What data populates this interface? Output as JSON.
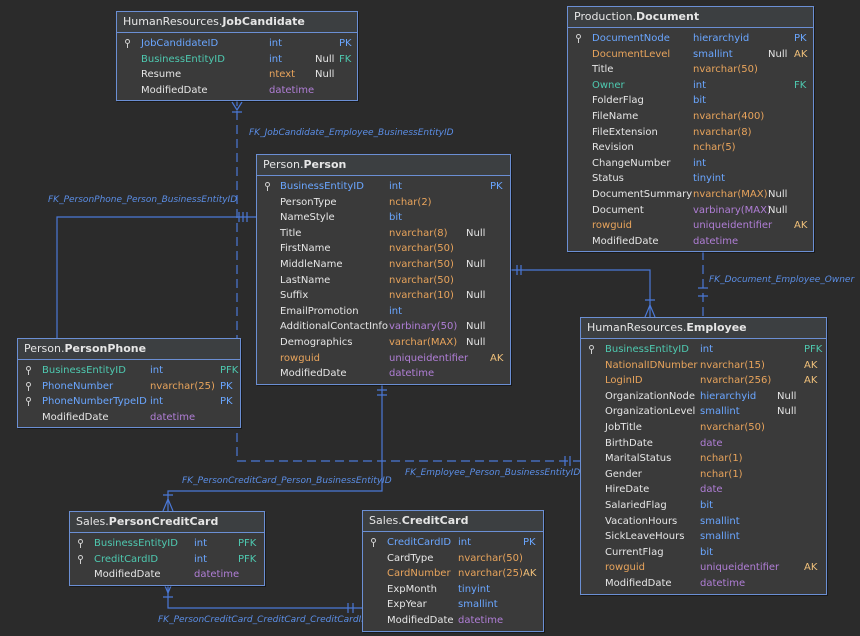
{
  "colors": {
    "background": "#2b2b2b",
    "table_fill": "#3a3a3a",
    "border": "#6b8fd4",
    "relation_line": "#4a78d6",
    "fk_column": "#4ec9b0",
    "pk_column": "#6aa6ff",
    "ak_column": "#e8a45c",
    "type_numeric": "#6aa6ff",
    "type_string": "#e8a45c",
    "type_other": "#b07ed6"
  },
  "tables": [
    {
      "id": "jobcandidate",
      "schema": "HumanResources.",
      "name": "JobCandidate",
      "columns": [
        {
          "name": "JobCandidateID",
          "type": "int",
          "nullable": "",
          "key": "PK",
          "key_icon": true,
          "style": "pk"
        },
        {
          "name": "BusinessEntityID",
          "type": "int",
          "nullable": "Null",
          "key": "FK",
          "key_icon": false,
          "style": "fk"
        },
        {
          "name": "Resume",
          "type": "ntext",
          "nullable": "Null",
          "key": "",
          "key_icon": false,
          "style": "plain"
        },
        {
          "name": "ModifiedDate",
          "type": "datetime",
          "nullable": "",
          "key": "",
          "key_icon": false,
          "style": "plain"
        }
      ]
    },
    {
      "id": "document",
      "schema": "Production.",
      "name": "Document",
      "columns": [
        {
          "name": "DocumentNode",
          "type": "hierarchyid",
          "nullable": "",
          "key": "PK",
          "key_icon": true,
          "style": "pk"
        },
        {
          "name": "DocumentLevel",
          "type": "smallint",
          "nullable": "Null",
          "key": "AK",
          "key_icon": false,
          "style": "ak"
        },
        {
          "name": "Title",
          "type": "nvarchar(50)",
          "nullable": "",
          "key": "",
          "key_icon": false,
          "style": "plain"
        },
        {
          "name": "Owner",
          "type": "int",
          "nullable": "",
          "key": "FK",
          "key_icon": false,
          "style": "fk"
        },
        {
          "name": "FolderFlag",
          "type": "bit",
          "nullable": "",
          "key": "",
          "key_icon": false,
          "style": "plain"
        },
        {
          "name": "FileName",
          "type": "nvarchar(400)",
          "nullable": "",
          "key": "",
          "key_icon": false,
          "style": "plain"
        },
        {
          "name": "FileExtension",
          "type": "nvarchar(8)",
          "nullable": "",
          "key": "",
          "key_icon": false,
          "style": "plain"
        },
        {
          "name": "Revision",
          "type": "nchar(5)",
          "nullable": "",
          "key": "",
          "key_icon": false,
          "style": "plain"
        },
        {
          "name": "ChangeNumber",
          "type": "int",
          "nullable": "",
          "key": "",
          "key_icon": false,
          "style": "plain"
        },
        {
          "name": "Status",
          "type": "tinyint",
          "nullable": "",
          "key": "",
          "key_icon": false,
          "style": "plain"
        },
        {
          "name": "DocumentSummary",
          "type": "nvarchar(MAX)",
          "nullable": "Null",
          "key": "",
          "key_icon": false,
          "style": "plain"
        },
        {
          "name": "Document",
          "type": "varbinary(MAX)",
          "nullable": "Null",
          "key": "",
          "key_icon": false,
          "style": "plain"
        },
        {
          "name": "rowguid",
          "type": "uniqueidentifier",
          "nullable": "",
          "key": "AK",
          "key_icon": false,
          "style": "ak"
        },
        {
          "name": "ModifiedDate",
          "type": "datetime",
          "nullable": "",
          "key": "",
          "key_icon": false,
          "style": "plain"
        }
      ]
    },
    {
      "id": "person",
      "schema": "Person.",
      "name": "Person",
      "columns": [
        {
          "name": "BusinessEntityID",
          "type": "int",
          "nullable": "",
          "key": "PK",
          "key_icon": true,
          "style": "pk"
        },
        {
          "name": "PersonType",
          "type": "nchar(2)",
          "nullable": "",
          "key": "",
          "key_icon": false,
          "style": "plain"
        },
        {
          "name": "NameStyle",
          "type": "bit",
          "nullable": "",
          "key": "",
          "key_icon": false,
          "style": "plain"
        },
        {
          "name": "Title",
          "type": "nvarchar(8)",
          "nullable": "Null",
          "key": "",
          "key_icon": false,
          "style": "plain"
        },
        {
          "name": "FirstName",
          "type": "nvarchar(50)",
          "nullable": "",
          "key": "",
          "key_icon": false,
          "style": "plain"
        },
        {
          "name": "MiddleName",
          "type": "nvarchar(50)",
          "nullable": "Null",
          "key": "",
          "key_icon": false,
          "style": "plain"
        },
        {
          "name": "LastName",
          "type": "nvarchar(50)",
          "nullable": "",
          "key": "",
          "key_icon": false,
          "style": "plain"
        },
        {
          "name": "Suffix",
          "type": "nvarchar(10)",
          "nullable": "Null",
          "key": "",
          "key_icon": false,
          "style": "plain"
        },
        {
          "name": "EmailPromotion",
          "type": "int",
          "nullable": "",
          "key": "",
          "key_icon": false,
          "style": "plain"
        },
        {
          "name": "AdditionalContactInfo",
          "type": "varbinary(50)",
          "nullable": "Null",
          "key": "",
          "key_icon": false,
          "style": "plain"
        },
        {
          "name": "Demographics",
          "type": "varchar(MAX)",
          "nullable": "Null",
          "key": "",
          "key_icon": false,
          "style": "plain"
        },
        {
          "name": "rowguid",
          "type": "uniqueidentifier",
          "nullable": "",
          "key": "AK",
          "key_icon": false,
          "style": "ak"
        },
        {
          "name": "ModifiedDate",
          "type": "datetime",
          "nullable": "",
          "key": "",
          "key_icon": false,
          "style": "plain"
        }
      ]
    },
    {
      "id": "personphone",
      "schema": "Person.",
      "name": "PersonPhone",
      "columns": [
        {
          "name": "BusinessEntityID",
          "type": "int",
          "nullable": "",
          "key": "PFK",
          "key_icon": true,
          "style": "fk"
        },
        {
          "name": "PhoneNumber",
          "type": "nvarchar(25)",
          "nullable": "",
          "key": "PK",
          "key_icon": true,
          "style": "pk"
        },
        {
          "name": "PhoneNumberTypeID",
          "type": "int",
          "nullable": "",
          "key": "PK",
          "key_icon": true,
          "style": "pk"
        },
        {
          "name": "ModifiedDate",
          "type": "datetime",
          "nullable": "",
          "key": "",
          "key_icon": false,
          "style": "plain"
        }
      ]
    },
    {
      "id": "employee",
      "schema": "HumanResources.",
      "name": "Employee",
      "columns": [
        {
          "name": "BusinessEntityID",
          "type": "int",
          "nullable": "",
          "key": "PFK",
          "key_icon": true,
          "style": "fk"
        },
        {
          "name": "NationalIDNumber",
          "type": "nvarchar(15)",
          "nullable": "",
          "key": "AK",
          "key_icon": false,
          "style": "ak"
        },
        {
          "name": "LoginID",
          "type": "nvarchar(256)",
          "nullable": "",
          "key": "AK",
          "key_icon": false,
          "style": "ak"
        },
        {
          "name": "OrganizationNode",
          "type": "hierarchyid",
          "nullable": "Null",
          "key": "",
          "key_icon": false,
          "style": "plain"
        },
        {
          "name": "OrganizationLevel",
          "type": "smallint",
          "nullable": "Null",
          "key": "",
          "key_icon": false,
          "style": "plain"
        },
        {
          "name": "JobTitle",
          "type": "nvarchar(50)",
          "nullable": "",
          "key": "",
          "key_icon": false,
          "style": "plain"
        },
        {
          "name": "BirthDate",
          "type": "date",
          "nullable": "",
          "key": "",
          "key_icon": false,
          "style": "plain"
        },
        {
          "name": "MaritalStatus",
          "type": "nchar(1)",
          "nullable": "",
          "key": "",
          "key_icon": false,
          "style": "plain"
        },
        {
          "name": "Gender",
          "type": "nchar(1)",
          "nullable": "",
          "key": "",
          "key_icon": false,
          "style": "plain"
        },
        {
          "name": "HireDate",
          "type": "date",
          "nullable": "",
          "key": "",
          "key_icon": false,
          "style": "plain"
        },
        {
          "name": "SalariedFlag",
          "type": "bit",
          "nullable": "",
          "key": "",
          "key_icon": false,
          "style": "plain"
        },
        {
          "name": "VacationHours",
          "type": "smallint",
          "nullable": "",
          "key": "",
          "key_icon": false,
          "style": "plain"
        },
        {
          "name": "SickLeaveHours",
          "type": "smallint",
          "nullable": "",
          "key": "",
          "key_icon": false,
          "style": "plain"
        },
        {
          "name": "CurrentFlag",
          "type": "bit",
          "nullable": "",
          "key": "",
          "key_icon": false,
          "style": "plain"
        },
        {
          "name": "rowguid",
          "type": "uniqueidentifier",
          "nullable": "",
          "key": "AK",
          "key_icon": false,
          "style": "ak"
        },
        {
          "name": "ModifiedDate",
          "type": "datetime",
          "nullable": "",
          "key": "",
          "key_icon": false,
          "style": "plain"
        }
      ]
    },
    {
      "id": "personcreditcard",
      "schema": "Sales.",
      "name": "PersonCreditCard",
      "columns": [
        {
          "name": "BusinessEntityID",
          "type": "int",
          "nullable": "",
          "key": "PFK",
          "key_icon": true,
          "style": "fk"
        },
        {
          "name": "CreditCardID",
          "type": "int",
          "nullable": "",
          "key": "PFK",
          "key_icon": true,
          "style": "fk"
        },
        {
          "name": "ModifiedDate",
          "type": "datetime",
          "nullable": "",
          "key": "",
          "key_icon": false,
          "style": "plain"
        }
      ]
    },
    {
      "id": "creditcard",
      "schema": "Sales.",
      "name": "CreditCard",
      "columns": [
        {
          "name": "CreditCardID",
          "type": "int",
          "nullable": "",
          "key": "PK",
          "key_icon": true,
          "style": "pk"
        },
        {
          "name": "CardType",
          "type": "nvarchar(50)",
          "nullable": "",
          "key": "",
          "key_icon": false,
          "style": "plain"
        },
        {
          "name": "CardNumber",
          "type": "nvarchar(25)",
          "nullable": "",
          "key": "AK",
          "key_icon": false,
          "style": "ak"
        },
        {
          "name": "ExpMonth",
          "type": "tinyint",
          "nullable": "",
          "key": "",
          "key_icon": false,
          "style": "plain"
        },
        {
          "name": "ExpYear",
          "type": "smallint",
          "nullable": "",
          "key": "",
          "key_icon": false,
          "style": "plain"
        },
        {
          "name": "ModifiedDate",
          "type": "datetime",
          "nullable": "",
          "key": "",
          "key_icon": false,
          "style": "plain"
        }
      ]
    }
  ],
  "relationships": [
    {
      "id": "rel-jobcandidate-employee",
      "label": "FK_JobCandidate_Employee_BusinessEntityID",
      "style": "dashed"
    },
    {
      "id": "rel-personphone-person",
      "label": "FK_PersonPhone_Person_BusinessEntityID",
      "style": "solid"
    },
    {
      "id": "rel-document-employee",
      "label": "FK_Document_Employee_Owner",
      "style": "dashed"
    },
    {
      "id": "rel-employee-person",
      "label": "FK_Employee_Person_BusinessEntityID",
      "style": "solid"
    },
    {
      "id": "rel-personcreditcard-person",
      "label": "FK_PersonCreditCard_Person_BusinessEntityID",
      "style": "solid"
    },
    {
      "id": "rel-personcreditcard-creditcard",
      "label": "FK_PersonCreditCard_CreditCard_CreditCardID",
      "style": "solid"
    }
  ]
}
